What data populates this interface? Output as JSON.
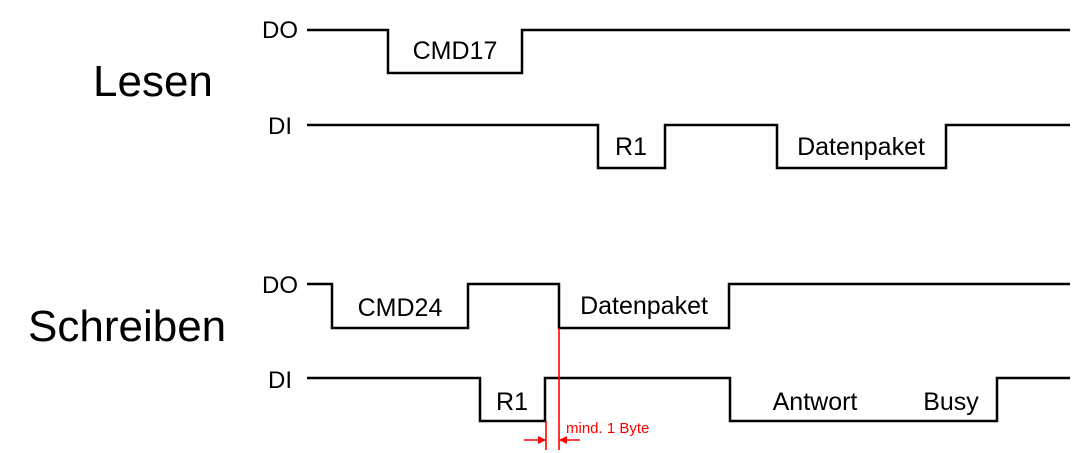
{
  "sections": {
    "read": {
      "title": "Lesen",
      "do_label": "DO",
      "di_label": "DI",
      "do_packets": [
        "CMD17"
      ],
      "di_packets": [
        "R1",
        "Datenpaket"
      ]
    },
    "write": {
      "title": "Schreiben",
      "do_label": "DO",
      "di_label": "DI",
      "do_packets": [
        "CMD24",
        "Datenpaket"
      ],
      "di_packets": [
        "R1",
        "Antwort",
        "Busy"
      ]
    }
  },
  "annotation": {
    "gap_label": "mind. 1 Byte",
    "color": "#ff0000"
  },
  "colors": {
    "signal": "#000000",
    "background": "#ffffff"
  }
}
